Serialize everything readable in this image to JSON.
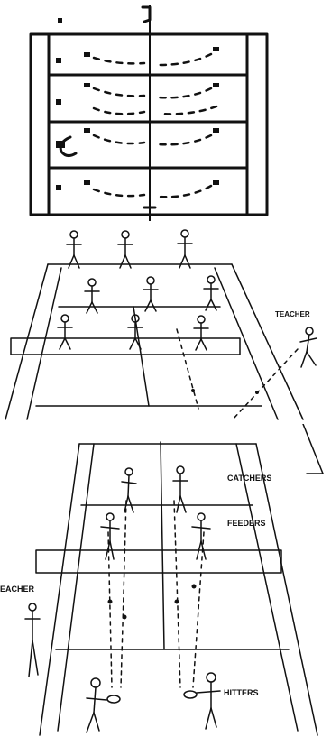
{
  "diagrams": [
    {
      "panel": "top-court-overhead-view",
      "labels": []
    },
    {
      "panel": "middle-court-perspective-view",
      "labels": {
        "teacher": "TEACHER"
      }
    },
    {
      "panel": "bottom-court-perspective-view",
      "labels": {
        "catchers": "CATCHERS",
        "feeders": "FEEDERS",
        "teacher": "EACHER",
        "hitters": "HITTERS"
      }
    }
  ],
  "colors": {
    "ink": "#111111",
    "paper": "#ffffff"
  }
}
